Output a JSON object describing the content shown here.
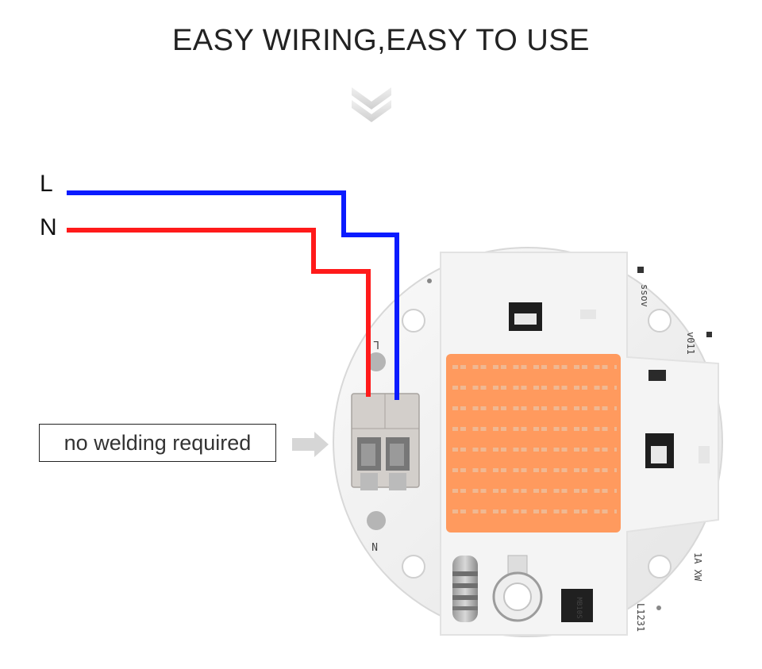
{
  "header": {
    "title": "EASY WIRING,EASY TO USE"
  },
  "wires": {
    "live_label": "L",
    "neutral_label": "N",
    "live_color": "#0a1bff",
    "neutral_color": "#ff1a1a"
  },
  "callout": {
    "text": "no welding required"
  },
  "board": {
    "chip_color": "#ff9a5e",
    "silkscreen": {
      "top_code": "ssov",
      "side_code": "v011",
      "bottom_right_code": "1A XW",
      "bottom_code": "L1231",
      "rectifier_code": "MB10S",
      "left_upper_mark": "L",
      "left_lower_mark": "N"
    }
  }
}
